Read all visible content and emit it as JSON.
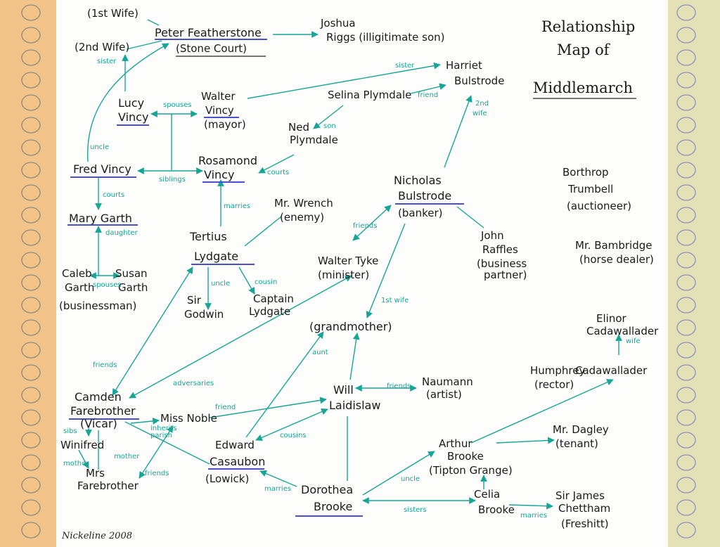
{
  "title": {
    "line1": "Relationship",
    "line2": "Map of",
    "line3": "Middlemarch"
  },
  "signature": "Nickeline 2008",
  "people": {
    "first_wife": "(1st Wife)",
    "second_wife": "(2nd Wife)",
    "peter_featherstone": "Peter Featherstone",
    "stone_court": "(Stone Court)",
    "joshua_riggs_1": "Joshua",
    "joshua_riggs_2": "Riggs (illigitimate son)",
    "harriet_1": "Harriet",
    "harriet_2": "Bulstrode",
    "selina": "Selina Plymdale",
    "lucy_1": "Lucy",
    "lucy_2": "Vincy",
    "walter_1": "Walter",
    "walter_2": "Vincy",
    "walter_3": "(mayor)",
    "ned_1": "Ned",
    "ned_2": "Plymdale",
    "rosamond_1": "Rosamond",
    "rosamond_2": "Vincy",
    "fred": "Fred Vincy",
    "mary": "Mary Garth",
    "nicholas_1": "Nicholas",
    "nicholas_2": "Bulstrode",
    "nicholas_3": "(banker)",
    "borthrop_1": "Borthrop",
    "borthrop_2": "Trumbell",
    "borthrop_3": "(auctioneer)",
    "wrench_1": "Mr. Wrench",
    "wrench_2": "(enemy)",
    "tertius_1": "Tertius",
    "tertius_2": "Lydgate",
    "john_1": "John",
    "john_2": "Raffles",
    "john_3": "(business",
    "john_4": "partner)",
    "bambridge_1": "Mr. Bambridge",
    "bambridge_2": "(horse dealer)",
    "caleb_1": "Caleb",
    "caleb_2": "Garth",
    "caleb_3": "(businessman)",
    "susan_1": "Susan",
    "susan_2": "Garth",
    "tyke_1": "Walter Tyke",
    "tyke_2": "(minister)",
    "godwin_1": "Sir",
    "godwin_2": "Godwin",
    "captain_1": "Captain",
    "captain_2": "Lydgate",
    "grandmother": "(grandmother)",
    "elinor_1": "Elinor",
    "elinor_2": "Cadawallader",
    "humphrey_1": "Humphrey",
    "humphrey_2": "(rector)",
    "humphrey_3": "Cadawallader",
    "camden_1": "Camden",
    "camden_2": "Farebrother",
    "camden_3": "(Vicar)",
    "will_1": "Will",
    "will_2": "Laidislaw",
    "naumann_1": "Naumann",
    "naumann_2": "(artist)",
    "miss_noble": "Miss Noble",
    "winifred": "Winifred",
    "mrs_fb_1": "Mrs",
    "mrs_fb_2": "Farebrother",
    "edward_1": "Edward",
    "edward_2": "Casaubon",
    "edward_3": "(Lowick)",
    "arthur_1": "Arthur",
    "arthur_2": "Brooke",
    "arthur_3": "(Tipton Grange)",
    "dagley_1": "Mr. Dagley",
    "dagley_2": "(tenant)",
    "dorothea_1": "Dorothea",
    "dorothea_2": "Brooke",
    "celia_1": "Celia",
    "celia_2": "Brooke",
    "james_1": "Sir James",
    "james_2": "Chettham",
    "james_3": "(Freshitt)"
  },
  "relations": {
    "sister_a": "sister",
    "sister_b": "sister",
    "friend": "friend",
    "spouses_a": "spouses",
    "son": "son",
    "second_wife": "2nd",
    "second_wife_2": "wife",
    "uncle_a": "uncle",
    "courts_a": "courts",
    "siblings": "siblings",
    "courts_b": "courts",
    "marries_a": "marries",
    "daughter": "daughter",
    "friends_a": "friends",
    "spouses_b": "spouses",
    "uncle_b": "uncle",
    "cousin": "cousin",
    "first_wife": "1st wife",
    "wife": "wife",
    "friends_b": "friends",
    "adversaries": "adversaries",
    "aunt": "aunt",
    "friends_c": "friends",
    "friend_b": "friend",
    "sibs": "sibs",
    "inherits_1": "inherits",
    "inherits_2": "parish",
    "mother_a": "mother",
    "mother_b": "mother",
    "cousins": "cousins",
    "friends_d": "friends",
    "marries_b": "marries",
    "uncle_c": "uncle",
    "sisters": "sisters",
    "marries_c": "marries"
  }
}
